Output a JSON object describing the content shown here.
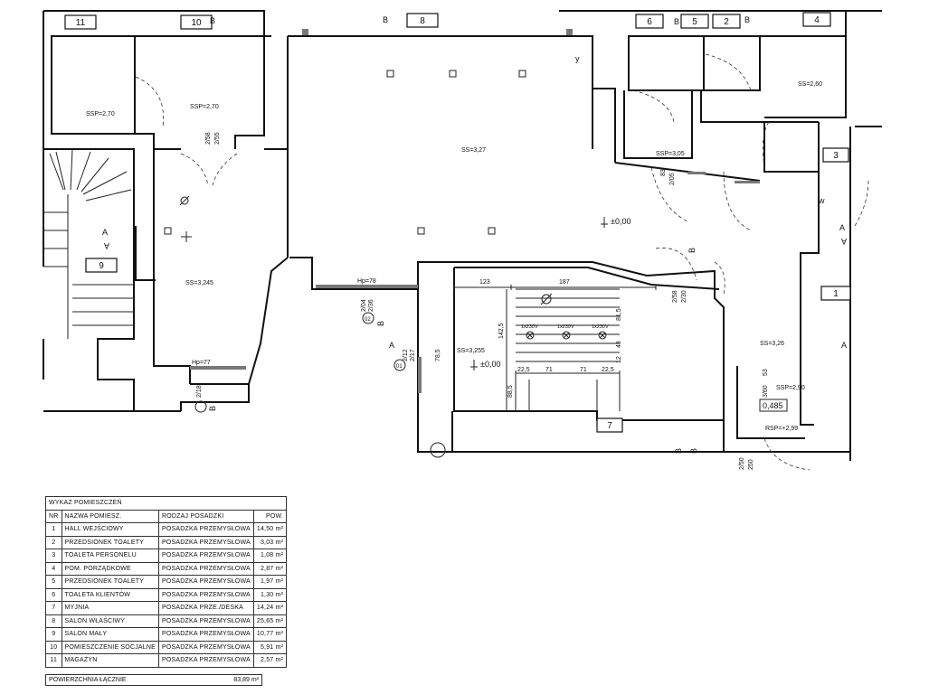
{
  "plan": {
    "room_tags": [
      "11",
      "10",
      "8",
      "6",
      "5",
      "2",
      "4",
      "3",
      "9",
      "1",
      "7"
    ],
    "level_labels": {
      "r11": "SSP=2,70",
      "r10": "SSP=2,70",
      "r8": "SS=3,27",
      "r4": "SS=2,60",
      "r56": "SSP=3,05",
      "r9": "SS=3,245",
      "r7": "SS=3,255",
      "r1": "SS=3,26",
      "r_ssp290": "SSP=2,90",
      "r_rsp": "RSP=+2,99"
    },
    "elevations": {
      "main": "±0,00",
      "r7": "±0,00",
      "step": "0,485"
    },
    "dims": {
      "d123": "123",
      "d187": "187",
      "d1425": "142,5",
      "d815": "81,5",
      "d49": "49",
      "d225a": "22,5",
      "d71a": "71",
      "d71b": "71",
      "d225b": "22,5",
      "d885": "88,5",
      "d785": "78,5",
      "d12": "12",
      "hp78": "Hp=78",
      "hp77": "Hp=77",
      "d2_58": "2/58",
      "d2_55": "2/55",
      "d2_58b": "2/58",
      "d2_30": "2/30",
      "d83_2": "83",
      "d2_05": "2/05",
      "d2_36": "2/36",
      "d2_04": "2/04",
      "d2_12": "2/12",
      "d2_17": "2/17",
      "d2_18": "2/18",
      "d3_60": "3/60",
      "d53": "53",
      "d2_50": "2/50",
      "d2_50b": "250"
    },
    "fixtures": [
      "1x230V",
      "1x230V",
      "1x230V"
    ],
    "section_marks": {
      "a": "A",
      "b": "B",
      "w": "w",
      "y": "y",
      "n1": "01",
      "n2": "02"
    }
  },
  "legend": {
    "caption": "WYKAZ POMIESZCZEŃ",
    "headers": [
      "NR",
      "NAZWA POMIESZ.",
      "RODZAJ POSADZKI",
      "POW."
    ],
    "rows": [
      [
        "1",
        "HALL WEJŚCIOWY",
        "POSADZKA PRZEMYSŁOWA",
        "14,50 m²"
      ],
      [
        "2",
        "PRZEDSIONEK TOALETY",
        "POSADZKA PRZEMYSŁOWA",
        "3,03 m²"
      ],
      [
        "3",
        "TOALETA PERSONELU",
        "POSADZKA PRZEMYSŁOWA",
        "1,08 m²"
      ],
      [
        "4",
        "POM. PORZĄDKOWE",
        "POSADZKA PRZEMYSŁOWA",
        "2,87 m²"
      ],
      [
        "5",
        "PRZEDSIONEK TOALETY",
        "POSADZKA PRZEMYSŁOWA",
        "1,97 m²"
      ],
      [
        "6",
        "TOALETA KLIENTÓW",
        "POSADZKA PRZEMYSŁOWA",
        "1,30 m²"
      ],
      [
        "7",
        "MYJNIA",
        "POSADZKA PRZE./DESKA",
        "14,24 m²"
      ],
      [
        "8",
        "SALON WŁAŚCIWY",
        "POSADZKA PRZEMYSŁOWA",
        "25,65 m²"
      ],
      [
        "9",
        "SALON MAŁY",
        "POSADZKA PRZEMYSŁOWA",
        "10,77 m²"
      ],
      [
        "10",
        "POMIESZCZENIE SOCJALNE",
        "POSADZKA PRZEMYSŁOWA",
        "5,91 m²"
      ],
      [
        "11",
        "MAGAZYN",
        "POSADZKA PRZEMYSŁOWA",
        "2,57 m²"
      ]
    ],
    "total_label": "POWIERZCHNIA ŁĄCZNIE",
    "total_value": "83,89 m²"
  }
}
